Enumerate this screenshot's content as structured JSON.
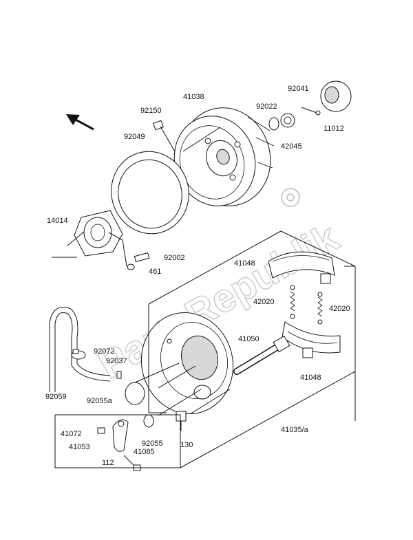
{
  "watermark": "PartsRepublik",
  "parts": [
    {
      "id": "p41038",
      "label": "41038"
    },
    {
      "id": "p92150",
      "label": "92150"
    },
    {
      "id": "p92049",
      "label": "92049"
    },
    {
      "id": "p92022",
      "label": "92022"
    },
    {
      "id": "p92041",
      "label": "92041"
    },
    {
      "id": "p42045",
      "label": "42045"
    },
    {
      "id": "p11012",
      "label": "11012"
    },
    {
      "id": "p14014",
      "label": "14014"
    },
    {
      "id": "p92002",
      "label": "92002"
    },
    {
      "id": "p461",
      "label": "461"
    },
    {
      "id": "p41048a",
      "label": "41048"
    },
    {
      "id": "p42020a",
      "label": "42020"
    },
    {
      "id": "p42020b",
      "label": "42020"
    },
    {
      "id": "p41050",
      "label": "41050"
    },
    {
      "id": "p41048b",
      "label": "41048"
    },
    {
      "id": "p92072",
      "label": "92072"
    },
    {
      "id": "p92037",
      "label": "92037"
    },
    {
      "id": "p92059",
      "label": "92059"
    },
    {
      "id": "p92055a",
      "label": "92055a"
    },
    {
      "id": "p41072",
      "label": "41072"
    },
    {
      "id": "p41053",
      "label": "41053"
    },
    {
      "id": "p41085",
      "label": "41085"
    },
    {
      "id": "p92055",
      "label": "92055"
    },
    {
      "id": "p130",
      "label": "130"
    },
    {
      "id": "p41035a",
      "label": "41035/a"
    },
    {
      "id": "p112",
      "label": "112"
    }
  ]
}
